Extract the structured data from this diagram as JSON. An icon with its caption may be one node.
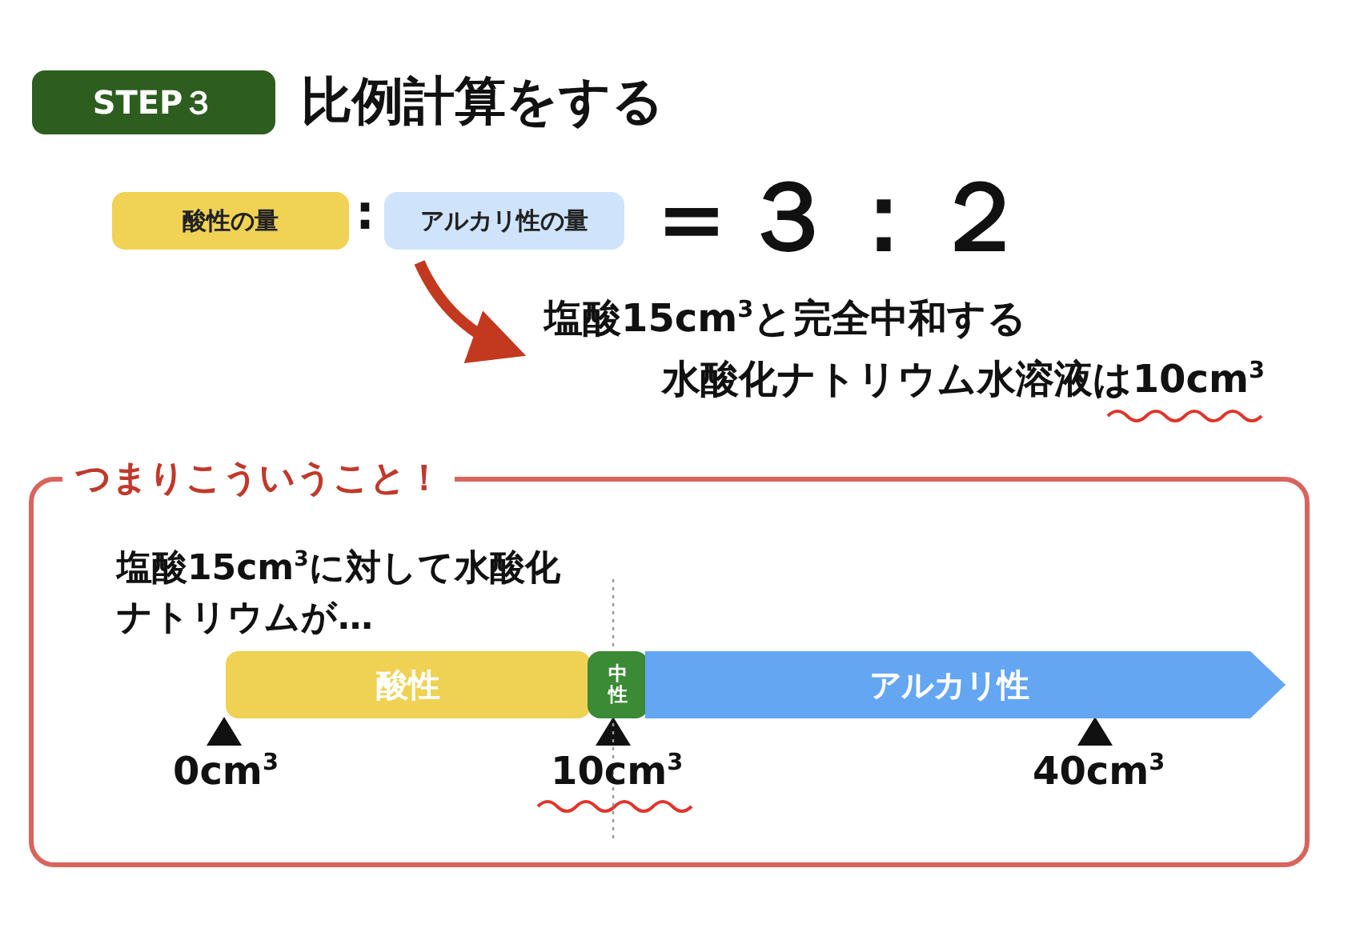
{
  "diagram": {
    "title": "比例計算をする",
    "nodes": [
      {
        "text": [
          "STEP３"
        ]
      },
      {
        "text": [
          "酸性の量"
        ]
      },
      {
        "text": [
          "アルカリ性の量"
        ]
      },
      {
        "text": [
          "塩酸15cm$^{3}$と完全中和する",
          "水酸化ナトリウム水溶液は10cm$^{3}$"
        ]
      },
      {
        "text": [
          "つまりこういうこと！",
          "塩酸15cm$^{3}$に対して水酸化ナトリウムが…"
        ]
      },
      {
        "text": [
          "酸性"
        ],
        "in": 4
      },
      {
        "text": [
          "中性"
        ],
        "in": 4
      },
      {
        "text": [
          "アルカリ性"
        ],
        "in": 4
      }
    ],
    "edges": [
      {
        "from": 2,
        "to": 3,
        "arrow": "to",
        "color": "#c2391f"
      }
    ],
    "labels": [
      ":",
      "＝３：２",
      "0cm$^{3}$",
      "10cm$^{3}$",
      "40cm$^{3}$"
    ]
  }
}
